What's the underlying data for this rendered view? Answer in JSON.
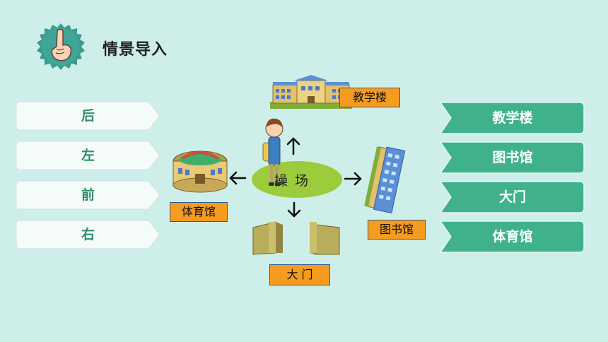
{
  "header": {
    "title": "情景导入",
    "icon": "pointing-hand-icon"
  },
  "left_tags": [
    {
      "label": "后"
    },
    {
      "label": "左"
    },
    {
      "label": "前"
    },
    {
      "label": "右"
    }
  ],
  "right_tags": [
    {
      "label": "教学楼"
    },
    {
      "label": "图书馆"
    },
    {
      "label": "大门"
    },
    {
      "label": "体育馆"
    }
  ],
  "map": {
    "center": "操 场",
    "north": "教学楼",
    "east": "图书馆",
    "south": "大 门",
    "west": "体育馆"
  },
  "colors": {
    "background": "#cdeee9",
    "accent_green": "#3fb28c",
    "label_orange": "#f59b1f",
    "center_ellipse": "#9ccc3c"
  }
}
